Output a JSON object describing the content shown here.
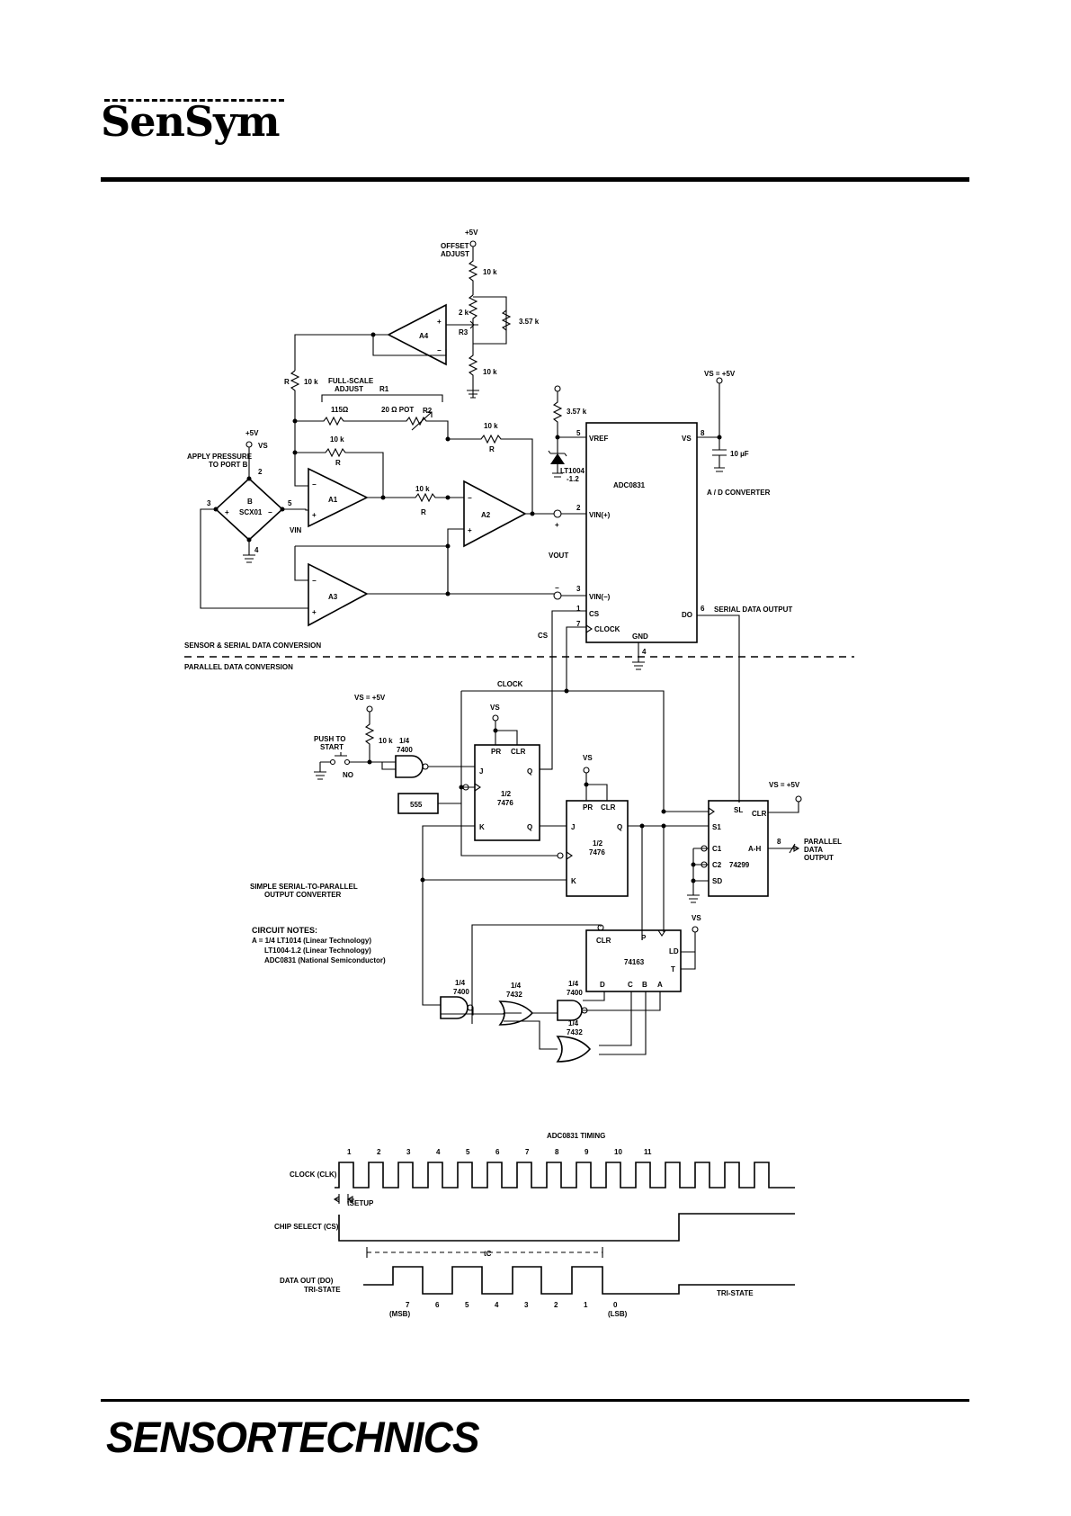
{
  "header": {
    "brand": "SenSym"
  },
  "footer": {
    "brand": "SENSORTECHNICS"
  },
  "schematic": {
    "sup5": "+5V",
    "offset": "OFFSET",
    "adjust": "ADJUST",
    "r10k": "10 k",
    "r2k": "2 k",
    "r357": "3.57 k",
    "r3": "R3",
    "a4": "A4",
    "rlabel": "R",
    "fullscale": "FULL-SCALE",
    "fs_adjust": "ADJUST",
    "r1": "R1",
    "r115": "115Ω",
    "pot": "20 Ω POT",
    "r2": "R2",
    "vs": "VS",
    "apply1": "APPLY PRESSURE",
    "apply2": "TO PORT B",
    "b": "B",
    "scx01": "SCX01",
    "vin": "VIN",
    "a1": "A1",
    "a2": "A2",
    "a3": "A3",
    "vout": "VOUT",
    "lt1004": "LT1004",
    "lt12": "-1.2",
    "vref": "VREF",
    "vinp": "VIN(+)",
    "vinm": "VIN(−)",
    "cs": "CS",
    "clock": "CLOCK",
    "gnd": "GND",
    "adc": "ADC0831",
    "do": "DO",
    "vs_eq": "VS = +5V",
    "cap": "10 µF",
    "adconv": "A / D CONVERTER",
    "serial_out": "SERIAL DATA OUTPUT",
    "sensor_conv": "SENSOR & SERIAL DATA CONVERSION",
    "parallel_conv": "PARALLEL DATA CONVERSION",
    "clock_net": "CLOCK",
    "push1": "PUSH TO",
    "push2": "START",
    "no": "NO",
    "gate7400": "7400",
    "quarter": "1/4",
    "half": "1/2",
    "ff7476": "7476",
    "pr": "PR",
    "clr": "CLR",
    "j": "J",
    "k": "K",
    "q": "Q",
    "qbar": "Q",
    "timer555": "555",
    "s1": "S1",
    "sl": "SL",
    "c1": "C1",
    "c2": "C2",
    "sd": "SD",
    "ah": "A-H",
    "eight": "8",
    "sr74299": "74299",
    "parallel1": "PARALLEL",
    "parallel2": "DATA",
    "parallel3": "OUTPUT",
    "simple1": "SIMPLE SERIAL-TO-PARALLEL",
    "simple2": "OUTPUT CONVERTER",
    "notes_title": "CIRCUIT NOTES:",
    "note1": "A = 1/4 LT1014 (Linear Technology)",
    "note2": "LT1004-1.2 (Linear Technology)",
    "note3": "ADC0831 (National Semiconductor)",
    "cnt74163": "74163",
    "ld": "LD",
    "t": "T",
    "p": "P",
    "d": "D",
    "c": "C",
    "bb": "B",
    "a": "A",
    "gate7432": "7432",
    "pin1": "1",
    "pin2": "2",
    "pin3": "3",
    "pin4": "4",
    "pin5": "5",
    "pin6": "6",
    "pin7": "7",
    "pin8": "8",
    "plus": "+",
    "minus": "−"
  },
  "timing": {
    "title": "ADC0831 TIMING",
    "clk": "CLOCK (CLK)",
    "cs": "CHIP SELECT (CS)",
    "dout": "DATA OUT (DO)",
    "tristate": "TRI-STATE",
    "tsetup": "tSETUP",
    "tc": "tC",
    "clock_nums": [
      "1",
      "2",
      "3",
      "4",
      "5",
      "6",
      "7",
      "8",
      "9",
      "10",
      "11"
    ],
    "bits": [
      "7",
      "6",
      "5",
      "4",
      "3",
      "2",
      "1",
      "0"
    ],
    "msb": "(MSB)",
    "lsb": "(LSB)"
  }
}
